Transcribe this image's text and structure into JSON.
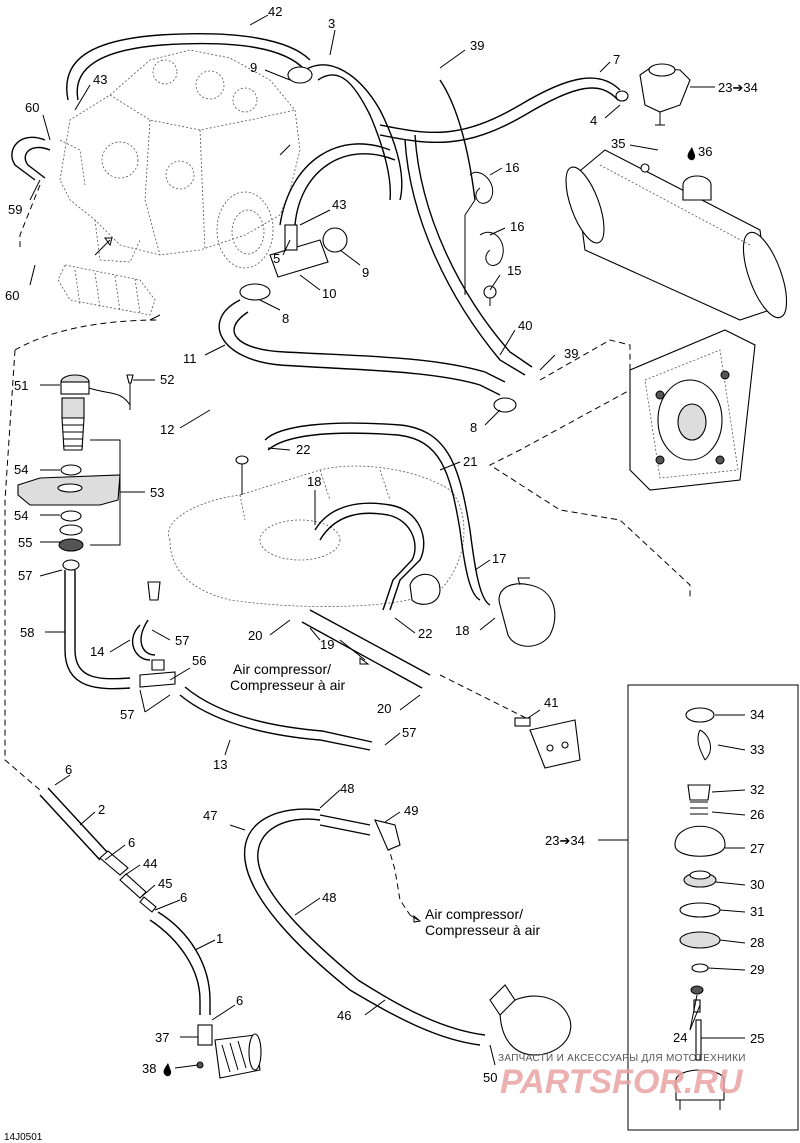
{
  "diagram_code": "14J0501",
  "watermark": {
    "caption": "ЗАПЧАСТИ И АКСЕССУАРЫ ДЛЯ МОТОТЕХНИКИ",
    "brand": "PARTSFOR.RU"
  },
  "notes": {
    "air_compressor_1": "Air compressor/",
    "air_compressor_1b": "Compresseur à air",
    "air_compressor_2": "Air compressor/",
    "air_compressor_2b": "Compresseur à air"
  },
  "callouts": {
    "c42": "42",
    "c3": "3",
    "c39a": "39",
    "c7": "7",
    "c43a": "43",
    "c9a": "9",
    "c60a": "60",
    "c2334a": "23➔34",
    "c4": "4",
    "c59": "59",
    "c35": "35",
    "c36": "36",
    "c16a": "16",
    "c43b": "43",
    "c5": "5",
    "c16b": "16",
    "c9b": "9",
    "c60b": "60",
    "c10": "10",
    "c15": "15",
    "c8a": "8",
    "c40": "40",
    "c11": "11",
    "c39b": "39",
    "c51": "51",
    "c52": "52",
    "c8b": "8",
    "c12": "12",
    "c22a": "22",
    "c21": "21",
    "c54a": "54",
    "c53": "53",
    "c18a": "18",
    "c54b": "54",
    "c55": "55",
    "c57a": "57",
    "c17": "17",
    "c58": "58",
    "c57b": "57",
    "c20a": "20",
    "c19": "19",
    "c22b": "22",
    "c18b": "18",
    "c14": "14",
    "c56": "56",
    "c57c": "57",
    "c20b": "20",
    "c41": "41",
    "c57d": "57",
    "c13": "13",
    "c34": "34",
    "c6a": "6",
    "c33": "33",
    "c2": "2",
    "c48a": "48",
    "c49": "49",
    "c32": "32",
    "c47": "47",
    "c26": "26",
    "c6b": "6",
    "c2334b": "23➔34",
    "c27": "27",
    "c44": "44",
    "c45": "45",
    "c6c": "6",
    "c30": "30",
    "c48b": "48",
    "c31": "31",
    "c1": "1",
    "c28": "28",
    "c29": "29",
    "c6d": "6",
    "c46": "46",
    "c37": "37",
    "c24": "24",
    "c25": "25",
    "c38": "38",
    "c50": "50"
  },
  "colors": {
    "line": "#000000",
    "fill_light": "#dddddd",
    "fill_dark": "#555555",
    "watermark": "#e9a3a3"
  }
}
